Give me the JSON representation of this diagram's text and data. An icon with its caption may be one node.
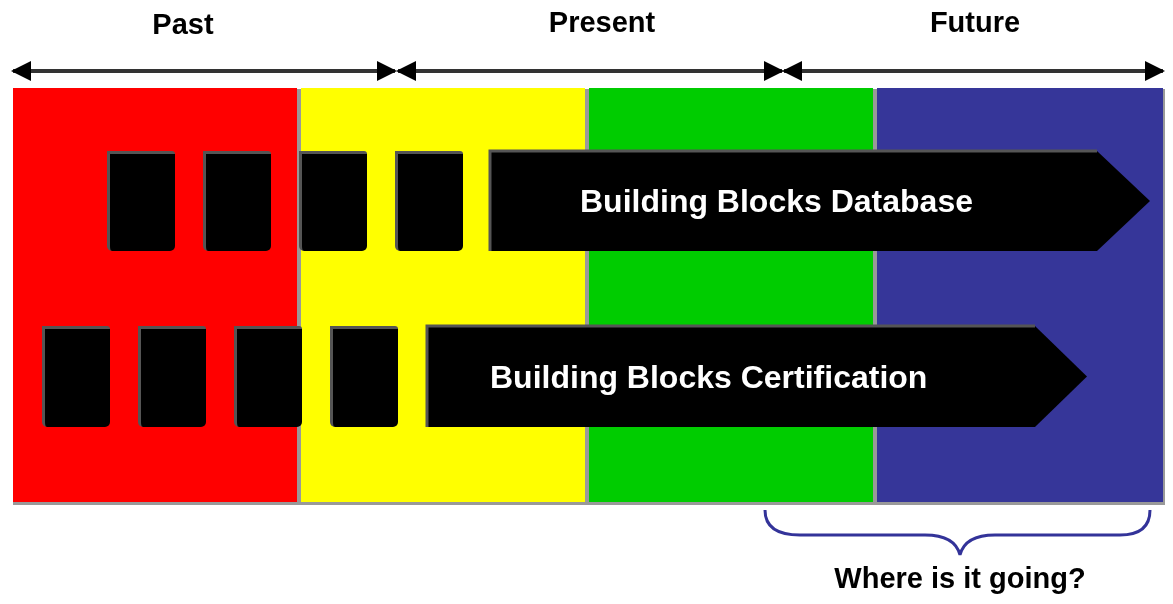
{
  "diagram": {
    "nodes": [
      {
        "text": [],
        "shape": "box"
      },
      {
        "text": [],
        "shape": "box"
      },
      {
        "text": [],
        "shape": "box"
      },
      {
        "text": [],
        "shape": "box"
      },
      {
        "text": [
          "Building Blocks Database"
        ]
      },
      {
        "text": [],
        "shape": "box"
      },
      {
        "text": [],
        "shape": "box"
      },
      {
        "text": [],
        "shape": "box"
      },
      {
        "text": [],
        "shape": "box"
      },
      {
        "text": [
          "Building Blocks Certification"
        ]
      }
    ],
    "labels": [
      "Past",
      "Present",
      "Future",
      "Where is it going?"
    ]
  }
}
